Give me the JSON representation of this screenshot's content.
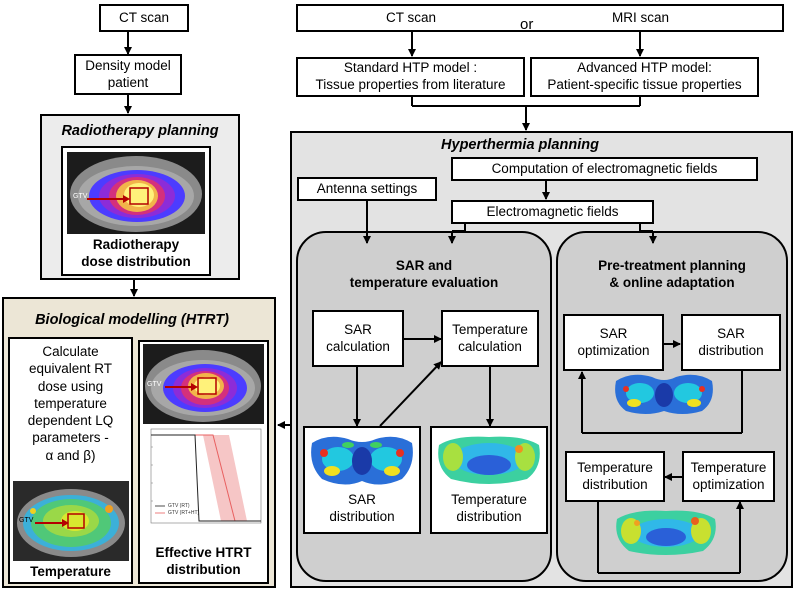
{
  "left": {
    "ct_scan": "CT scan",
    "density_model": "Density model\npatient",
    "rt_planning_title": "Radiotherapy  planning",
    "gtv_label": "GTV",
    "rt_dose_caption": "Radiotherapy\ndose distribution"
  },
  "top": {
    "ct_scan": "CT scan",
    "or": "or",
    "mri_scan": "MRI scan",
    "standard_htp": "Standard HTP model :\nTissue properties from literature",
    "advanced_htp": "Advanced HTP model:\nPatient-specific tissue properties"
  },
  "hyperthermia": {
    "title": "Hyperthermia  planning",
    "computation": "Computation of electromagnetic fields",
    "antenna": "Antenna settings",
    "em_fields": "Electromagnetic fields",
    "sar_temp_panel": {
      "title": "SAR and\ntemperature evaluation",
      "sar_calc": "SAR\ncalculation",
      "temp_calc": "Temperature\ncalculation",
      "sar_dist": "SAR\ndistribution",
      "temp_dist": "Temperature\ndistribution"
    },
    "pretreat_panel": {
      "title": "Pre-treatment planning\n& online adaptation",
      "sar_opt": "SAR\noptimization",
      "sar_dist": "SAR\ndistribution",
      "temp_dist": "Temperature\ndistribution",
      "temp_opt": "Temperature\noptimization"
    }
  },
  "bio": {
    "title": "Biological modelling  (HTRT)",
    "calc_text": "Calculate\nequivalent RT\ndose using\ntemperature\ndependent LQ\nparameters  -\nα and β)",
    "gtv_label": "GTV",
    "temperature_caption": "Temperature",
    "effective_caption": "Effective HTRT\ndistribution",
    "legend_rt": "GTV (RT)",
    "legend_rtht": "GTV (RT+HT)"
  },
  "colors": {
    "panel_tan": "#ece6d6",
    "panel_gray": "#e3e3e3",
    "subpanel_gray": "#cfcfcf",
    "arrow_red": "#b40000"
  }
}
